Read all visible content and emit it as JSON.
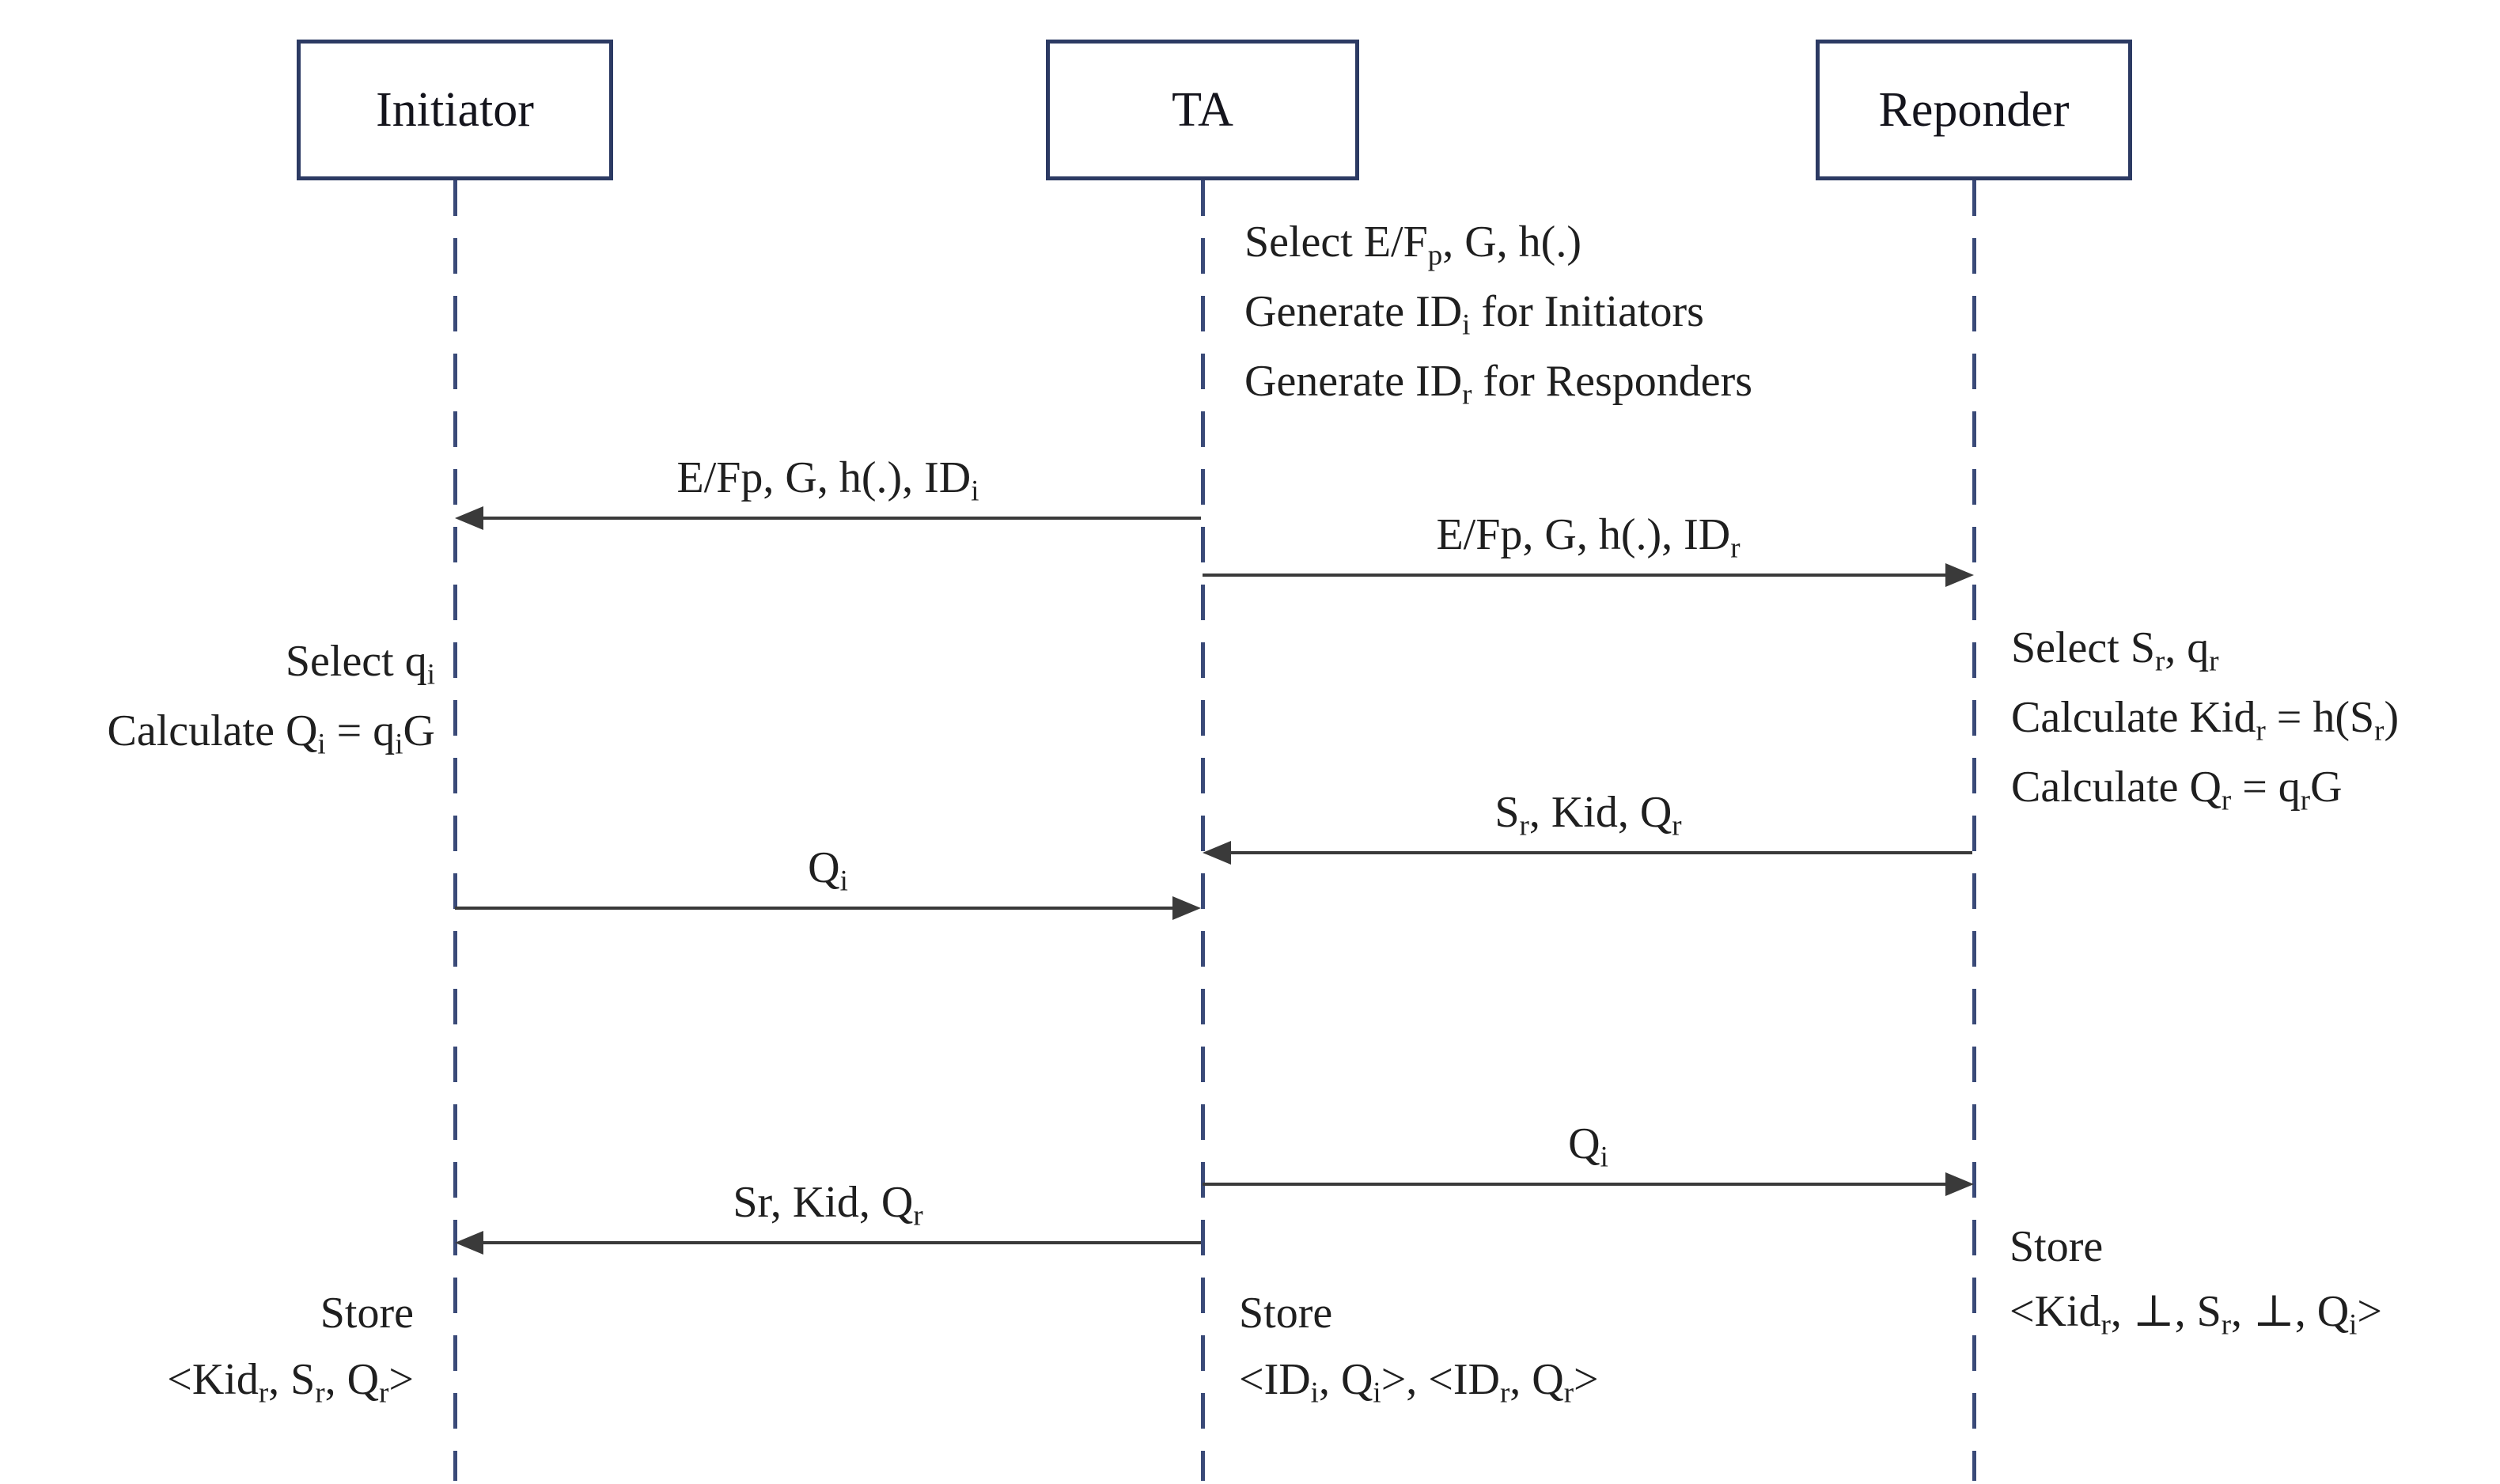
{
  "colors": {
    "box_border": "#2c3a63",
    "lifeline": "#3a4a78",
    "arrow": "#3a3a3a",
    "text": "#1f1f1f",
    "background": "#ffffff"
  },
  "actors": [
    {
      "label": "Initiator"
    },
    {
      "label": "TA"
    },
    {
      "label": "Reponder"
    }
  ],
  "messages": [
    {
      "name": "ta-to-initiator-params",
      "direction": "left",
      "label": [
        [
          "t",
          "E/Fp, G, h(.), ID"
        ],
        [
          "s",
          "i"
        ]
      ]
    },
    {
      "name": "ta-to-reponder-params",
      "direction": "right",
      "label": [
        [
          "t",
          "E/Fp, G, h(.), ID"
        ],
        [
          "s",
          "r"
        ]
      ]
    },
    {
      "name": "reponder-to-ta-key",
      "direction": "left",
      "label": [
        [
          "t",
          "S"
        ],
        [
          "s",
          "r"
        ],
        [
          "t",
          ", Kid, Q"
        ],
        [
          "s",
          "r"
        ]
      ]
    },
    {
      "name": "initiator-to-ta-key",
      "direction": "right",
      "label": [
        [
          "t",
          "Q"
        ],
        [
          "s",
          "i"
        ]
      ]
    },
    {
      "name": "ta-to-reponder-qi",
      "direction": "right",
      "label": [
        [
          "t",
          "Q"
        ],
        [
          "s",
          "i"
        ]
      ]
    },
    {
      "name": "ta-to-initiator-key",
      "direction": "left",
      "label": [
        [
          "t",
          "Sr, Kid, Q"
        ],
        [
          "s",
          "r"
        ]
      ]
    }
  ],
  "notes": {
    "ta_setup": {
      "lines": [
        [
          [
            "t",
            "Select E/F"
          ],
          [
            "s",
            "p"
          ],
          [
            "t",
            ", G, h(.)"
          ]
        ],
        [
          [
            "t",
            "Generate ID"
          ],
          [
            "s",
            "i"
          ],
          [
            "t",
            " for Initiators"
          ]
        ],
        [
          [
            "t",
            "Generate ID"
          ],
          [
            "s",
            "r"
          ],
          [
            "t",
            " for Responders"
          ]
        ]
      ]
    },
    "initiator_keygen": {
      "lines": [
        [
          [
            "t",
            "Select q"
          ],
          [
            "s",
            "i"
          ]
        ],
        [
          [
            "t",
            "Calculate Q"
          ],
          [
            "s",
            "i"
          ],
          [
            "t",
            " = q"
          ],
          [
            "s",
            "i"
          ],
          [
            "t",
            "G"
          ]
        ]
      ]
    },
    "responder_keygen": {
      "lines": [
        [
          [
            "t",
            "Select S"
          ],
          [
            "s",
            "r"
          ],
          [
            "t",
            ", q"
          ],
          [
            "s",
            "r"
          ]
        ],
        [
          [
            "t",
            "Calculate Kid"
          ],
          [
            "s",
            "r"
          ],
          [
            "t",
            " = h(S"
          ],
          [
            "s",
            "r"
          ],
          [
            "t",
            ")"
          ]
        ],
        [
          [
            "t",
            "Calculate Q"
          ],
          [
            "s",
            "r"
          ],
          [
            "t",
            " = q"
          ],
          [
            "s",
            "r"
          ],
          [
            "t",
            "G"
          ]
        ]
      ]
    },
    "initiator_store": {
      "lines": [
        [
          [
            "t",
            "Store"
          ]
        ],
        [
          [
            "t",
            "<Kid"
          ],
          [
            "s",
            "r"
          ],
          [
            "t",
            ", S"
          ],
          [
            "s",
            "r"
          ],
          [
            "t",
            ", Q"
          ],
          [
            "s",
            "r"
          ],
          [
            "t",
            ">"
          ]
        ]
      ]
    },
    "ta_store": {
      "lines": [
        [
          [
            "t",
            "Store"
          ]
        ],
        [
          [
            "t",
            "<ID"
          ],
          [
            "s",
            "i"
          ],
          [
            "t",
            ", Q"
          ],
          [
            "s",
            "i"
          ],
          [
            "t",
            ">, <ID"
          ],
          [
            "s",
            "r"
          ],
          [
            "t",
            ", Q"
          ],
          [
            "s",
            "r"
          ],
          [
            "t",
            ">"
          ]
        ]
      ]
    },
    "responder_store": {
      "lines": [
        [
          [
            "t",
            "Store"
          ]
        ],
        [
          [
            "t",
            "<Kid"
          ],
          [
            "s",
            "r"
          ],
          [
            "t",
            ", ⊥, S"
          ],
          [
            "s",
            "r"
          ],
          [
            "t",
            ", ⊥, Q"
          ],
          [
            "s",
            "i"
          ],
          [
            "t",
            ">"
          ]
        ]
      ]
    }
  }
}
